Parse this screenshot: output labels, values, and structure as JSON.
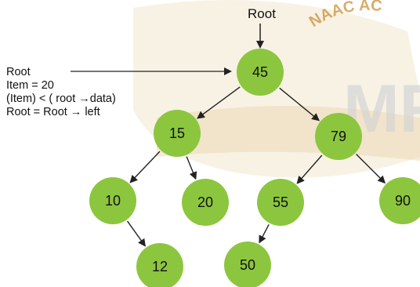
{
  "diagram": {
    "root_label": "Root",
    "annotation": [
      "Root",
      "Item = 20",
      "(Item) < ( root →data)",
      "Root = Root → left"
    ],
    "nodes": [
      {
        "id": "n45",
        "value": "45"
      },
      {
        "id": "n15",
        "value": "15"
      },
      {
        "id": "n79",
        "value": "79"
      },
      {
        "id": "n10",
        "value": "10"
      },
      {
        "id": "n20",
        "value": "20"
      },
      {
        "id": "n55",
        "value": "55"
      },
      {
        "id": "n90",
        "value": "90"
      },
      {
        "id": "n12",
        "value": "12"
      },
      {
        "id": "n50",
        "value": "50"
      }
    ],
    "edges": [
      [
        "n45",
        "n15"
      ],
      [
        "n45",
        "n79"
      ],
      [
        "n15",
        "n10"
      ],
      [
        "n15",
        "n20"
      ],
      [
        "n79",
        "n55"
      ],
      [
        "n79",
        "n90"
      ],
      [
        "n10",
        "n12"
      ],
      [
        "n55",
        "n50"
      ]
    ],
    "node_color": "#8cc63f"
  },
  "watermark": {
    "seal_text": "NAAC AC",
    "big_text": "MR"
  }
}
